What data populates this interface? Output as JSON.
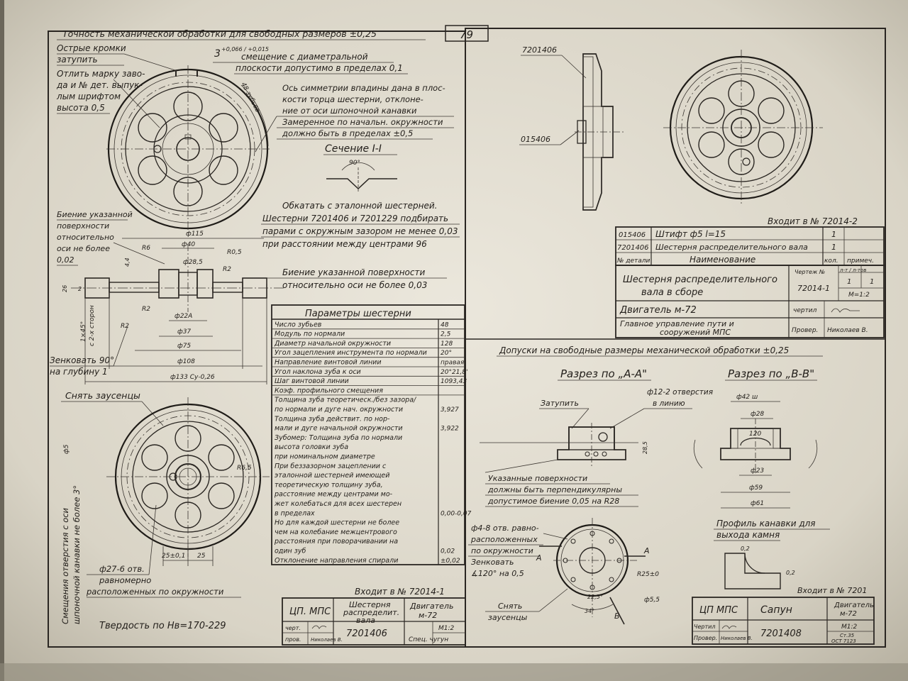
{
  "sheet": {
    "page_number": "79",
    "header_left": "Точность механической обработки для свободных размеров ±0,25",
    "header_right": "Допуски на свободные размеры механической обработки ±0,25"
  },
  "left_notes": {
    "sharp_edges": [
      "Острые кромки",
      "затупить"
    ],
    "cast_mark": [
      "Отлить марку заво-",
      "да и № дет. выпук-",
      "лым шрифтом",
      "высота 0,5"
    ],
    "dim_3": "3",
    "dim_3_tol": "+0,066 / +0,015",
    "offset_note": [
      "смещение с диаметральной",
      "плоскости допустимо в пределах 0,1"
    ],
    "teeth_label": "48 зубьев",
    "sym_note": [
      "Ось симметрии впадины дана в плос-",
      "кости торца шестерни, отклоне-",
      "ние от оси шпоночной канавки",
      "Замеренное по начальн. окружности",
      "должно быть в пределах ±0,5"
    ],
    "section_title": "Сечение I-I",
    "section_angle": "90°",
    "runout_left": [
      "Биение указанной",
      "поверхности",
      "относительно",
      "оси не более",
      "0,02"
    ],
    "lapping_note": [
      "Обкатать с эталонной шестерней.",
      "Шестерни 7201406 и 7201229 подбирать",
      "парами с окружным зазором не менее 0,03",
      "при расстоянии между центрами 96"
    ],
    "runout_note": [
      "Биение указанной поверхности",
      "относительно оси не более 0,03"
    ],
    "chamfer_note": [
      "1×45°",
      "с 2-х сторон"
    ],
    "countersink": [
      "Зенковать 90°",
      "на глубину 1"
    ],
    "deburr": "Снять заусенцы",
    "offset_vertical": [
      "Смещения отверстия с оси",
      "шпоночной канавки не более 3°"
    ],
    "holes_note": [
      "ф27-6 отв.",
      "равномерно",
      "расположенных по окружности"
    ],
    "hardness": "Твердость по Нв=170-229",
    "dims": {
      "d115": "ф115",
      "d40": "ф40",
      "d285": "ф28,5",
      "d22": "ф22А",
      "d37": "ф37",
      "d75": "ф75",
      "d108": "ф108",
      "d133": "ф133 Су-0,26",
      "r6": "R6",
      "r05": "R0,5",
      "r2a": "R2",
      "r2b": "R2",
      "r2c": "R2",
      "r65": "R6,5",
      "d25a": "25±0,1",
      "d25b": "25",
      "d5": "ф5",
      "s44": "4,4",
      "s26": "26",
      "s2": "2"
    }
  },
  "params": {
    "title": "Параметры шестерни",
    "rows": [
      {
        "label": "Число зубьев",
        "value": "48"
      },
      {
        "label": "Модуль по нормали",
        "value": "2,5"
      },
      {
        "label": "Диаметр начальной окружности",
        "value": "128"
      },
      {
        "label": "Угол зацепления инструмента по нормали",
        "value": "20°"
      },
      {
        "label": "Направление винтовой линии",
        "value": "правая"
      },
      {
        "label": "Угол наклона зуба к оси",
        "value": "20°21,8'"
      },
      {
        "label": "Шаг винтовой линии",
        "value": "1093,43"
      },
      {
        "label": "Коэф. профильного смещения",
        "value": ""
      },
      {
        "label": "Толщина зуба теоретическ./без зазора/",
        "value": ""
      },
      {
        "label": "по нормали и дуге нач. окружности",
        "value": "3,927"
      },
      {
        "label": "Толщина зуба действит. по нор-",
        "value": ""
      },
      {
        "label": "мали и дуге начальной окружности",
        "value": "3,922"
      },
      {
        "label": "Зубомер: Толщина зуба по нормали",
        "value": ""
      },
      {
        "label": "высота головки зуба",
        "value": ""
      },
      {
        "label": "при номинальном диаметре",
        "value": ""
      },
      {
        "label": "При беззазорном зацеплении с",
        "value": ""
      },
      {
        "label": "эталонной шестерней имеющей",
        "value": ""
      },
      {
        "label": "теоретическую толщину зуба,",
        "value": ""
      },
      {
        "label": "расстояние между центрами мо-",
        "value": ""
      },
      {
        "label": "жет колебаться для всех шестерен",
        "value": ""
      },
      {
        "label": "в пределах",
        "value": "0,00-0,07"
      },
      {
        "label": "Но для каждой шестерни не более",
        "value": ""
      },
      {
        "label": "чем на колебание межцентрового",
        "value": ""
      },
      {
        "label": "расстояния при поворачивании на",
        "value": ""
      },
      {
        "label": "один зуб",
        "value": "0,02"
      },
      {
        "label": "Отклонение направления спирали",
        "value": "±0,02"
      }
    ]
  },
  "tb_left": {
    "enters": "Входит в № 72014-1",
    "org": "ЦП. МПС",
    "name": [
      "Шестерня",
      "распределит.",
      "вала"
    ],
    "engine": [
      "Двигатель",
      "м-72"
    ],
    "drew": "черт.",
    "checked": "пров.",
    "checker": "Николаев В.",
    "number": "7201406",
    "scale": "М1:2",
    "steel": "Спец. чугун"
  },
  "assembly": {
    "part_top": "7201406",
    "part_pin": "015406",
    "enters": "Входит в № 72014-2",
    "rows": [
      {
        "num": "015406",
        "name": "Штифт ф5  l=15",
        "qty": "1"
      },
      {
        "num": "7201406",
        "name": "Шестерня распределительного вала",
        "qty": "1"
      }
    ],
    "head_num": "№ детали",
    "head_name": "Наименование",
    "head_qty": "кол.",
    "head_note": "примеч.",
    "title": [
      "Шестерня распределительного",
      "вала в сборе"
    ],
    "drawing_label": "Чертеж №",
    "drawing_num": "72014-1",
    "sheet_head": "л-т / л-тов",
    "sheet_vals": [
      "1",
      "1"
    ],
    "scale": "М=1:2",
    "engine": "Двигатель   м-72",
    "drew": "чертил",
    "org": [
      "Главное управление пути и",
      "сооружений МПС"
    ],
    "checked": "Провер.",
    "checker": "Николаев В."
  },
  "breather": {
    "cut_a": "Разрез по „А-А\"",
    "cut_b": "Разрез по „В-В\"",
    "dull": "Затупить",
    "holes12": [
      "ф12-2 отверстия",
      "в линию"
    ],
    "perp_note": [
      "Указанные поверхности",
      "должны быть перпендикулярны",
      "допустимое биение 0,05 на R28"
    ],
    "holes4": [
      "ф4-8 отв. равно-",
      "расположенных",
      "по окружности",
      "Зенковать",
      "∡120° на 0,5"
    ],
    "deburr": [
      "Снять",
      "заусенцы"
    ],
    "groove": [
      "Профиль канавки для",
      "выхода камня"
    ],
    "dims": {
      "d42": "ф42 ш",
      "d28": "ф28",
      "d120": "120",
      "d23": "ф23",
      "d59": "ф59",
      "d61": "ф61",
      "r25": "R25±0",
      "d55": "ф5,5",
      "d225": "22,5°",
      "d34": "34°",
      "d285": "28,5",
      "g02": "0,2",
      "g02b": "0,2"
    },
    "a": "А",
    "b": "В"
  },
  "tb_right": {
    "enters": "Входит в № 7201",
    "org": "ЦП  МПС",
    "name": "Сапун",
    "engine": [
      "Двигатель",
      "м-72"
    ],
    "drew": "Чертил",
    "checked": "Провер.",
    "checker": "Николаев В.",
    "number": "7201408",
    "scale": "М1:2",
    "steel": [
      "Ст.35",
      "ОСТ 7123"
    ]
  }
}
